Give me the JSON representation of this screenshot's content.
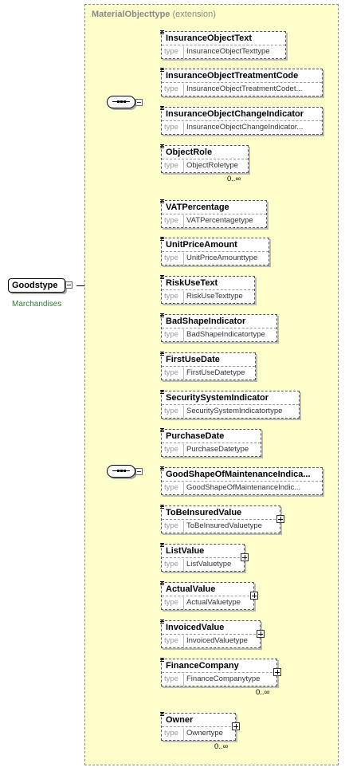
{
  "diagram": {
    "extension_title": "MaterialObjecttype",
    "extension_suffix": "(extension)",
    "root": {
      "name": "Goodstype",
      "annotation": "Marchandises"
    },
    "type_label": "type",
    "group1": [
      {
        "name": "InsuranceObjectText",
        "type": "InsuranceObjectTexttype",
        "expandable": false
      },
      {
        "name": "InsuranceObjectTreatmentCode",
        "type": "InsuranceObjectTreatmentCodet...",
        "expandable": false
      },
      {
        "name": "InsuranceObjectChangeIndicator",
        "type": "InsuranceObjectChangeIndicator...",
        "expandable": false
      },
      {
        "name": "ObjectRole",
        "type": "ObjectRoletype",
        "expandable": false,
        "occurs": "0..∞"
      }
    ],
    "group2": [
      {
        "name": "VATPercentage",
        "type": "VATPercentagetype",
        "expandable": false
      },
      {
        "name": "UnitPriceAmount",
        "type": "UnitPriceAmounttype",
        "expandable": false
      },
      {
        "name": "RiskUseText",
        "type": "RiskUseTexttype",
        "expandable": false
      },
      {
        "name": "BadShapeIndicator",
        "type": "BadShapeIndicatortype",
        "expandable": false
      },
      {
        "name": "FirstUseDate",
        "type": "FirstUseDatetype",
        "expandable": false
      },
      {
        "name": "SecuritySystemIndicator",
        "type": "SecuritySystemIndicatortype",
        "expandable": false
      },
      {
        "name": "PurchaseDate",
        "type": "PurchaseDatetype",
        "expandable": false
      },
      {
        "name": "GoodShapeOfMaintenanceIndica...",
        "type": "GoodShapeOfMaintenanceIndic...",
        "expandable": false
      },
      {
        "name": "ToBeInsuredValue",
        "type": "ToBeInsuredValuetype",
        "expandable": true
      },
      {
        "name": "ListValue",
        "type": "ListValuetype",
        "expandable": true
      },
      {
        "name": "ActualValue",
        "type": "ActualValuetype",
        "expandable": true
      },
      {
        "name": "InvoicedValue",
        "type": "InvoicedValuetype",
        "expandable": true
      },
      {
        "name": "FinanceCompany",
        "type": "FinanceCompanytype",
        "expandable": true,
        "occurs": "0..∞"
      },
      {
        "name": "Owner",
        "type": "Ownertype",
        "expandable": true,
        "occurs": "0..∞"
      }
    ]
  }
}
